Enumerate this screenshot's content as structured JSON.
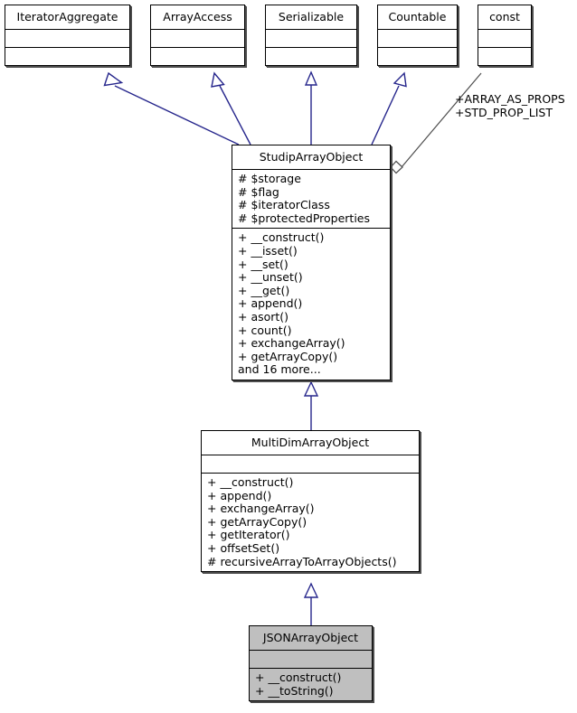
{
  "diagram": {
    "type": "uml-class-diagram",
    "title": "StudipArrayObject inheritance diagram",
    "background_color": "#ffffff",
    "inheritance_edge_color": "#26268c",
    "usage_edge_color": "#4d4d4d",
    "highlight_fill_color": "#bfbfbf",
    "border_color": "#000000"
  },
  "classes": {
    "iterator_aggregate": {
      "name": "IteratorAggregate",
      "attributes": [],
      "methods": [],
      "highlighted": false
    },
    "array_access": {
      "name": "ArrayAccess",
      "attributes": [],
      "methods": [],
      "highlighted": false
    },
    "serializable": {
      "name": "Serializable",
      "attributes": [],
      "methods": [],
      "highlighted": false
    },
    "countable": {
      "name": "Countable",
      "attributes": [],
      "methods": [],
      "highlighted": false
    },
    "const_box": {
      "name": "const",
      "attributes": [],
      "methods": [],
      "highlighted": false
    },
    "studip_array_object": {
      "name": "StudipArrayObject",
      "attributes": [
        "# $storage",
        "# $flag",
        "# $iteratorClass",
        "# $protectedProperties"
      ],
      "methods": [
        "+ __construct()",
        "+ __isset()",
        "+ __set()",
        "+ __unset()",
        "+ __get()",
        "+ append()",
        "+ asort()",
        "+ count()",
        "+ exchangeArray()",
        "+ getArrayCopy()",
        "and 16 more..."
      ],
      "highlighted": false
    },
    "multi_dim_array_object": {
      "name": "MultiDimArrayObject",
      "attributes": [],
      "methods": [
        "+ __construct()",
        "+ append()",
        "+ exchangeArray()",
        "+ getArrayCopy()",
        "+ getIterator()",
        "+ offsetSet()",
        "# recursiveArrayToArrayObjects()"
      ],
      "highlighted": false
    },
    "json_array_object": {
      "name": "JSONArrayObject",
      "attributes": [],
      "methods": [
        "+ __construct()",
        "+ __toString()"
      ],
      "highlighted": true
    }
  },
  "edge_labels": {
    "const_usage": {
      "line1": "+ARRAY_AS_PROPS",
      "line2": "+STD_PROP_LIST"
    }
  },
  "relationships": [
    {
      "from": "studip_array_object",
      "to": "iterator_aggregate",
      "kind": "implements"
    },
    {
      "from": "studip_array_object",
      "to": "array_access",
      "kind": "implements"
    },
    {
      "from": "studip_array_object",
      "to": "serializable",
      "kind": "implements"
    },
    {
      "from": "studip_array_object",
      "to": "countable",
      "kind": "implements"
    },
    {
      "from": "studip_array_object",
      "to": "const_box",
      "kind": "uses"
    },
    {
      "from": "multi_dim_array_object",
      "to": "studip_array_object",
      "kind": "extends"
    },
    {
      "from": "json_array_object",
      "to": "multi_dim_array_object",
      "kind": "extends"
    }
  ]
}
